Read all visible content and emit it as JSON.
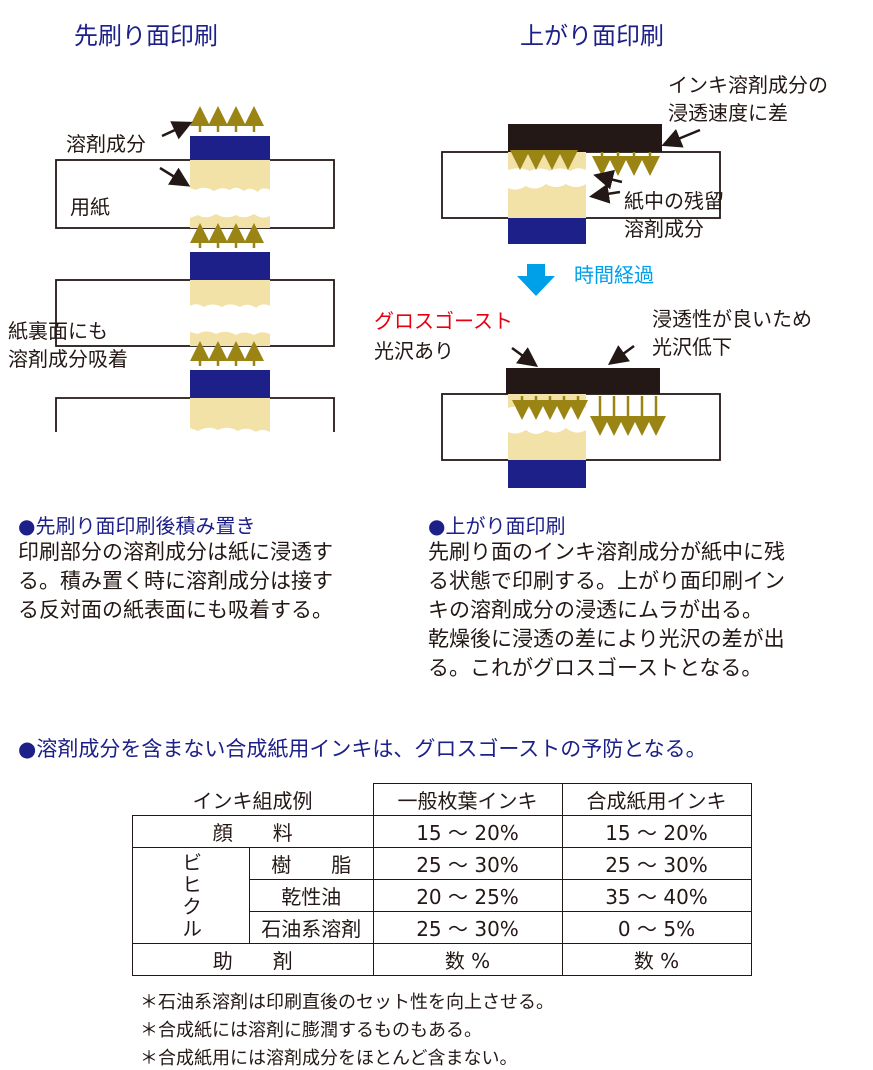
{
  "left_title": "先刷り面印刷",
  "right_title": "上がり面印刷",
  "left_labels": {
    "solvent": "溶剤成分",
    "paper": "用紙",
    "back_line1": "紙裏面にも",
    "back_line2": "溶剤成分吸着"
  },
  "right_labels": {
    "speed_line1": "インキ溶剤成分の",
    "speed_line2": "浸透速度に差",
    "residual_line1": "紙中の残留",
    "residual_line2": "溶剤成分",
    "time": "時間経過",
    "ghost": "グロスゴースト",
    "gloss": "光沢あり",
    "good_line1": "浸透性が良いため",
    "good_line2": "光沢低下"
  },
  "sections": {
    "left_heading": "先刷り面印刷後積み置き",
    "left_body": [
      "印刷部分の溶剤成分は紙に浸透す",
      "る。積み置く時に溶剤成分は接す",
      "る反対面の紙表面にも吸着する。"
    ],
    "right_heading": "上がり面印刷",
    "right_body": [
      "先刷り面のインキ溶剤成分が紙中に残",
      "る状態で印刷する。上がり面印刷イン",
      "キの溶剤成分の浸透にムラが出る。",
      "乾燥後に浸透の差により光沢の差が出",
      "る。これがグロスゴーストとなる。"
    ],
    "bullet": "●",
    "note": "溶剤成分を含まない合成紙用インキは、グロスゴーストの予防となる。"
  },
  "table": {
    "corner": "インキ組成例",
    "col1": "一般枚葉インキ",
    "col2": "合成紙用インキ",
    "vehicle": "ビヒクル",
    "rows": [
      {
        "name": "顔　　料",
        "v1": "15 ～ 20%",
        "v2": "15 ～ 20%"
      },
      {
        "name": "樹　　脂",
        "v1": "25 ～ 30%",
        "v2": "25 ～ 30%"
      },
      {
        "name": "乾性油",
        "v1": "20 ～ 25%",
        "v2": "35 ～ 40%"
      },
      {
        "name": "石油系溶剤",
        "v1": "25 ～ 30%",
        "v2": "0 ～ 5%"
      },
      {
        "name": "助　　剤",
        "v1": "数 %",
        "v2": "数 %"
      }
    ]
  },
  "footnotes": [
    "＊石油系溶剤は印刷直後のセット性を向上させる。",
    "＊合成紙には溶剤に膨潤するものもある。",
    "＊合成紙用には溶剤成分をほとんど含まない。"
  ],
  "colors": {
    "ink_blue": "#1d2088",
    "solvent_yellow": "#f2e2a8",
    "arrow_olive": "#9a8414",
    "ink_black": "#231815",
    "accent_cyan": "#00a0e9",
    "ghost_red": "#e60012"
  }
}
